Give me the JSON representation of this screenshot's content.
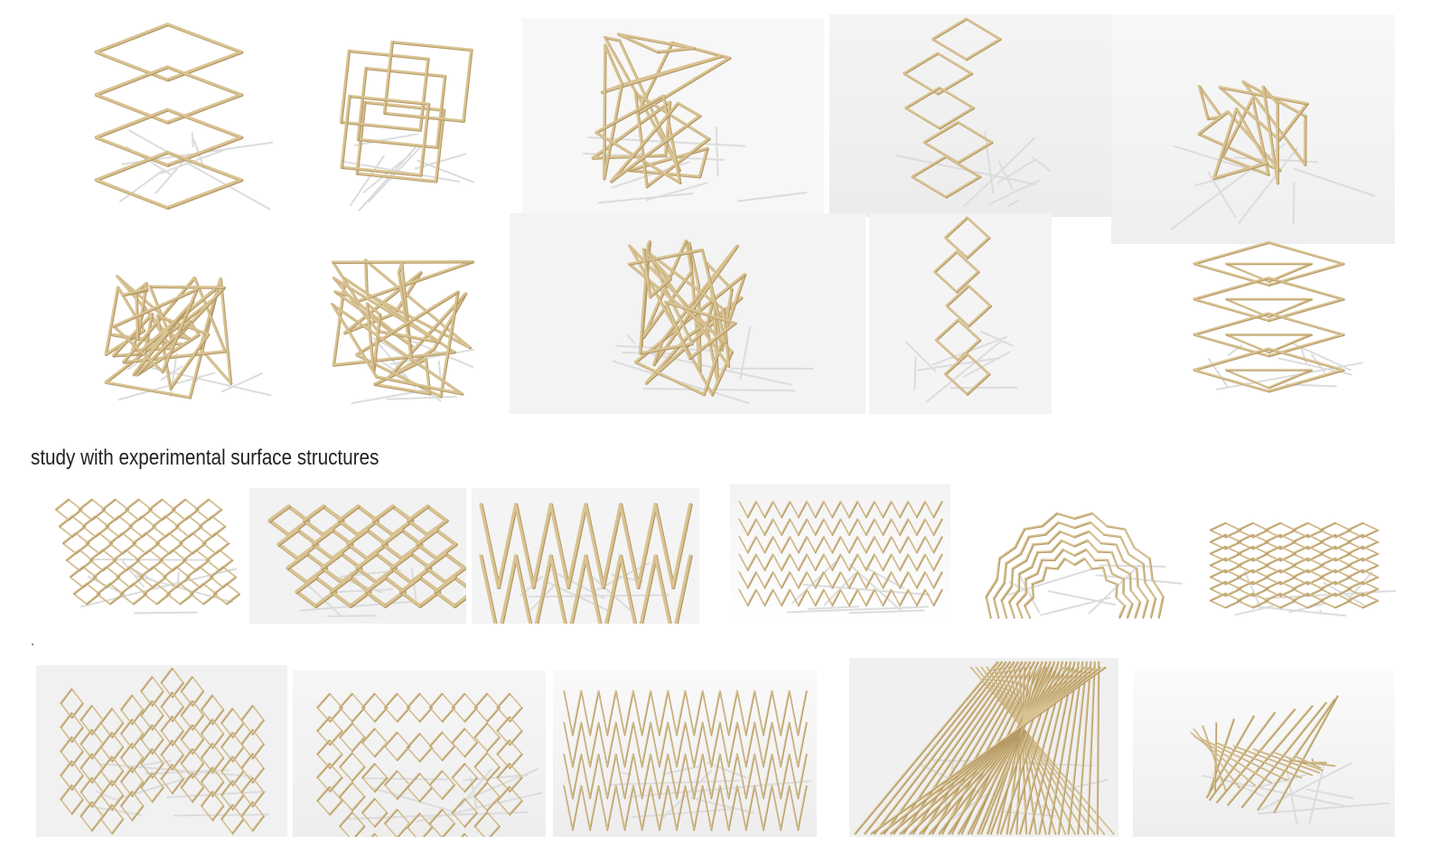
{
  "page": {
    "background": "#ffffff"
  },
  "section_heading": {
    "text": "study with experimental surface structures"
  },
  "palette": {
    "wood": "#d9c393",
    "wood_dark": "#b59a66",
    "shadow": "#dcdcdc",
    "backdrop": "#f1f1f1"
  },
  "renders": [
    {
      "group": "node-studies",
      "kind": "stacked diamond frames"
    },
    {
      "group": "node-studies",
      "kind": "folded square frames"
    },
    {
      "group": "node-studies",
      "kind": "triangulated cluster"
    },
    {
      "group": "node-studies",
      "kind": "stacked tower"
    },
    {
      "group": "node-studies",
      "kind": "leaning cluster"
    },
    {
      "group": "node-studies",
      "kind": "dense triangulated mesh"
    },
    {
      "group": "node-studies",
      "kind": "radial triangles"
    },
    {
      "group": "node-studies",
      "kind": "clustered triangles"
    },
    {
      "group": "node-studies",
      "kind": "vertical assembly"
    },
    {
      "group": "node-studies",
      "kind": "symmetric tower"
    },
    {
      "group": "surface-structures",
      "kind": "diamond lattice"
    },
    {
      "group": "surface-structures",
      "kind": "lattice close-up"
    },
    {
      "group": "surface-structures",
      "kind": "zigzag lattice close-up"
    },
    {
      "group": "surface-structures",
      "kind": "flat zigzag field"
    },
    {
      "group": "surface-structures",
      "kind": "arched zigzag shell"
    },
    {
      "group": "surface-structures",
      "kind": "standing diamond lattice"
    },
    {
      "group": "surface-structures",
      "kind": "wave lattice"
    },
    {
      "group": "surface-structures",
      "kind": "saddle lattice"
    },
    {
      "group": "surface-structures",
      "kind": "ridged lattice"
    },
    {
      "group": "surface-structures",
      "kind": "curved fan lattice"
    },
    {
      "group": "surface-structures",
      "kind": "twisted lattice"
    }
  ]
}
